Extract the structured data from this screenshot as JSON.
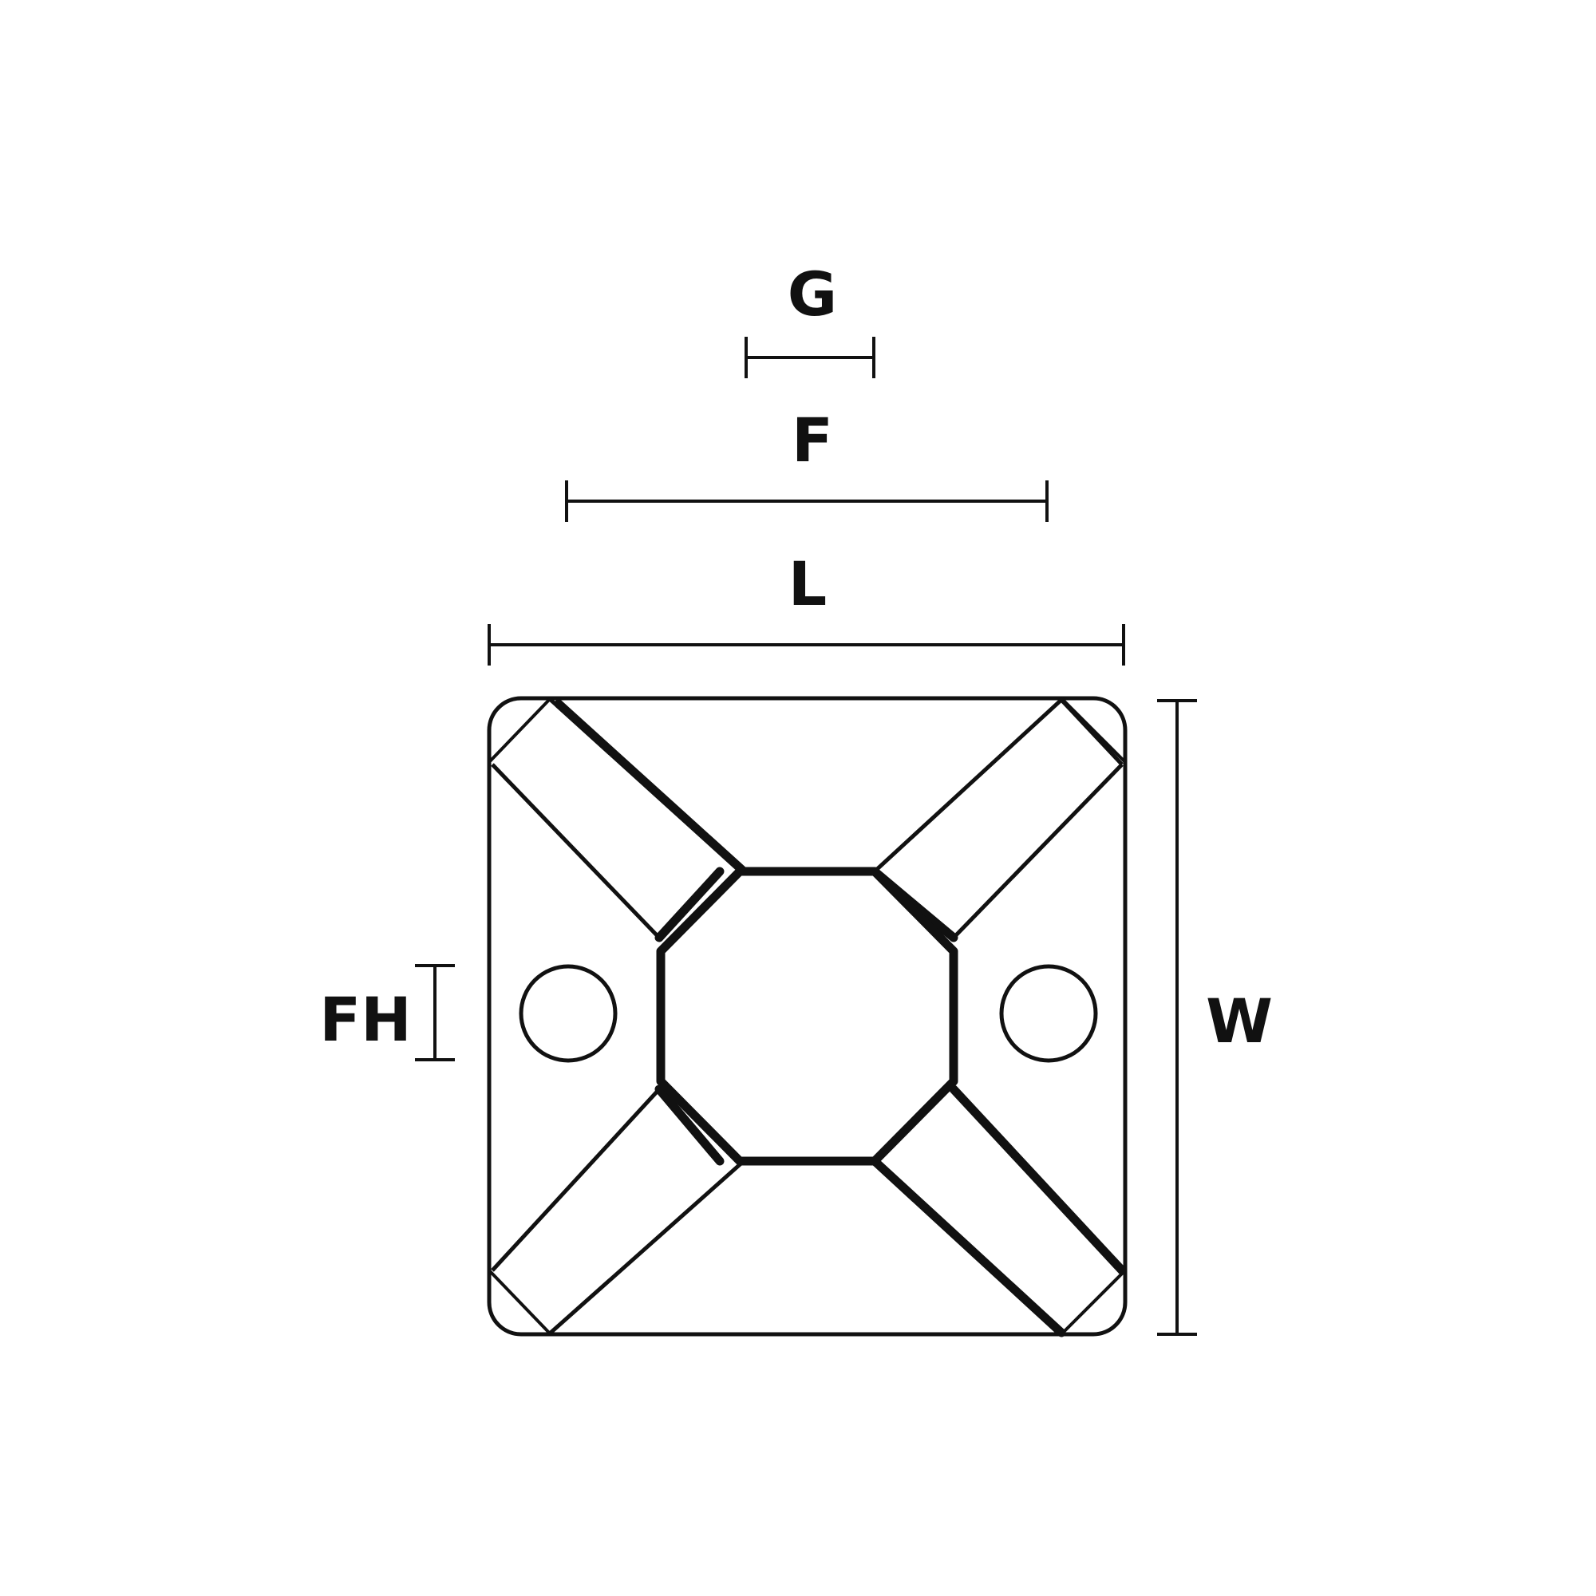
{
  "diagram": {
    "labels": {
      "g": "G",
      "f": "F",
      "l": "L",
      "w": "W",
      "fh": "FH"
    },
    "stroke_color": "#111111",
    "background_color": "#ffffff"
  }
}
